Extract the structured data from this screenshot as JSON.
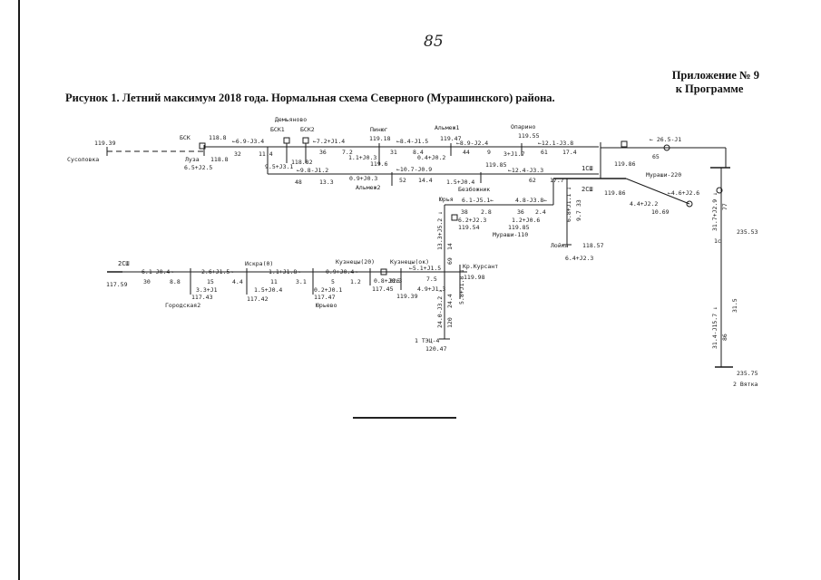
{
  "page_number": "85",
  "appendix": {
    "line1": "Приложение № 9",
    "line2": "к Программе"
  },
  "figure_title": "Рисунок 1. Летний максимум 2018 года. Нормальная схема Северного (Мурашинского) района.",
  "labels": {
    "l001": "119.39",
    "l002": "Сусоловка",
    "l003": "БСК",
    "l004": "118.8",
    "l005": "Луза",
    "l006": "118.8",
    "l007": "6.5+J2.5",
    "l008": "←6.9-J3.4",
    "l009": "32",
    "l010": "11.4",
    "l011": "Демьяново",
    "l012": "БСК1",
    "l013": "БСК2",
    "l014": "118.82",
    "l015": "9.5+J3.1",
    "l016": "←7.2+J1.4",
    "l017": "36",
    "l018": "7.2",
    "l019": "←9.8-J1.2",
    "l020": "48",
    "l021": "13.3",
    "l022": "Пинюг",
    "l023": "119.18",
    "l024": "1.1+J0.3",
    "l025": "119.6",
    "l026": "←8.4-J1.5",
    "l027": "31",
    "l028": "8.4",
    "l029": "0.9+J0.3",
    "l030": "Альмеж2",
    "l031": "52",
    "l032": "14.4",
    "l033": "←10.7-J0.9",
    "l034": "Альмеж1",
    "l035": "119.47",
    "l036": "0.4+J0.2",
    "l037": "←8.9-J2.4",
    "l038": "44",
    "l039": "9",
    "l040": "Опарино",
    "l041": "119.55",
    "l042": "3+J1.7",
    "l043": "←12.1-J3.8",
    "l044": "61",
    "l045": "17.4",
    "l046": "119.85",
    "l047": "←12.4-J3.3",
    "l048": "62",
    "l049": "17.7",
    "l050": "1.5+J0.4",
    "l051": "Безбожник",
    "l052": "1СШ",
    "l053": "2СШ",
    "l054": "119.86",
    "l055": "119.86",
    "l056": "← 26.5-J1",
    "l057": "65",
    "l058": "Мураши-220",
    "l059": "4.4+J2.2",
    "l060": "10.69",
    "l061": "←4.6+J2.6",
    "l062": "31.7+J2.9 ↓",
    "l063": "77",
    "l064": "235.53",
    "l065": "1с",
    "l066": "Юрья",
    "l067": "6.1-J5.1←",
    "l068": "38",
    "l069": "2.8",
    "l070": "6.2+J2.3",
    "l071": "119.54",
    "l072": "4.8-J3.8←",
    "l073": "36",
    "l074": "2.4",
    "l075": "1.2+J0.6",
    "l076": "119.85",
    "l077": "Мураши-110",
    "l078": "6.8+J1.1 ↓",
    "l079": "33",
    "l080": "9.7",
    "l081": "Лойка",
    "l082": "118.57",
    "l083": "6.4+J2.3",
    "l084": "13.3+J5.2 ↓",
    "l085": "69",
    "l086": "14",
    "l087": "Кр.Курсант",
    "l088": "119.98",
    "l089": "←5.1+J1.5",
    "l090": "7.5",
    "l091": "4.9+J1.3",
    "l092": "5.8+J1.8 ↓",
    "l093": "24.0-J3.2 ↓",
    "l094": "24.4",
    "l095": "120",
    "l096": "1 ТЭЦ-4",
    "l097": "120.47",
    "l098": "Кузнецы(ок)",
    "l099": "0.8+J0.3",
    "l100": "117.45",
    "l101": "119.39",
    "l102": "326",
    "l103": "Кузнецы(20)",
    "l104": "0.9+J0.4→",
    "l105": "5",
    "l106": "1.2",
    "l107": "0.2+J0.1",
    "l108": "117.47",
    "l109": "Юрьево",
    "l110": "Искра(0)",
    "l111": "1.1+J1.8→",
    "l112": "11",
    "l113": "3.1",
    "l114": "1.5+J0.4",
    "l115": "117.42",
    "l116": "2.6+J1.5→",
    "l117": "15",
    "l118": "4.4",
    "l119": "3.3+J1",
    "l120": "117.43",
    "l121": "Городская2",
    "l122": "2СШ",
    "l123": "6.1-J0.4→",
    "l124": "30",
    "l125": "8.8",
    "l126": "117.59",
    "l127": "31.4-J15.7 ↓",
    "l128": "86",
    "l129": "31.5",
    "l130": "235.75",
    "l131": "2 Вятка"
  }
}
